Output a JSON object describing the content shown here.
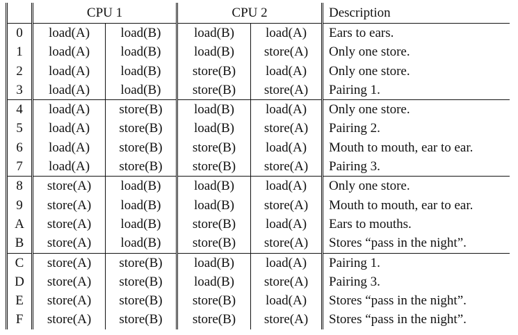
{
  "header": {
    "cpu1": "CPU 1",
    "cpu2": "CPU 2",
    "description": "Description"
  },
  "rows": [
    {
      "id": "0",
      "cpu1_a": "load(A)",
      "cpu1_b": "load(B)",
      "cpu2_a": "load(B)",
      "cpu2_b": "load(A)",
      "desc": "Ears to ears."
    },
    {
      "id": "1",
      "cpu1_a": "load(A)",
      "cpu1_b": "load(B)",
      "cpu2_a": "load(B)",
      "cpu2_b": "store(A)",
      "desc": "Only one store."
    },
    {
      "id": "2",
      "cpu1_a": "load(A)",
      "cpu1_b": "load(B)",
      "cpu2_a": "store(B)",
      "cpu2_b": "load(A)",
      "desc": "Only one store."
    },
    {
      "id": "3",
      "cpu1_a": "load(A)",
      "cpu1_b": "load(B)",
      "cpu2_a": "store(B)",
      "cpu2_b": "store(A)",
      "desc": "Pairing 1."
    },
    {
      "id": "4",
      "cpu1_a": "load(A)",
      "cpu1_b": "store(B)",
      "cpu2_a": "load(B)",
      "cpu2_b": "load(A)",
      "desc": "Only one store."
    },
    {
      "id": "5",
      "cpu1_a": "load(A)",
      "cpu1_b": "store(B)",
      "cpu2_a": "load(B)",
      "cpu2_b": "store(A)",
      "desc": "Pairing 2."
    },
    {
      "id": "6",
      "cpu1_a": "load(A)",
      "cpu1_b": "store(B)",
      "cpu2_a": "store(B)",
      "cpu2_b": "load(A)",
      "desc": "Mouth to mouth, ear to ear."
    },
    {
      "id": "7",
      "cpu1_a": "load(A)",
      "cpu1_b": "store(B)",
      "cpu2_a": "store(B)",
      "cpu2_b": "store(A)",
      "desc": "Pairing 3."
    },
    {
      "id": "8",
      "cpu1_a": "store(A)",
      "cpu1_b": "load(B)",
      "cpu2_a": "load(B)",
      "cpu2_b": "load(A)",
      "desc": "Only one store."
    },
    {
      "id": "9",
      "cpu1_a": "store(A)",
      "cpu1_b": "load(B)",
      "cpu2_a": "load(B)",
      "cpu2_b": "store(A)",
      "desc": "Mouth to mouth, ear to ear."
    },
    {
      "id": "A",
      "cpu1_a": "store(A)",
      "cpu1_b": "load(B)",
      "cpu2_a": "store(B)",
      "cpu2_b": "load(A)",
      "desc": "Ears to mouths."
    },
    {
      "id": "B",
      "cpu1_a": "store(A)",
      "cpu1_b": "load(B)",
      "cpu2_a": "store(B)",
      "cpu2_b": "store(A)",
      "desc": "Stores “pass in the night”."
    },
    {
      "id": "C",
      "cpu1_a": "store(A)",
      "cpu1_b": "store(B)",
      "cpu2_a": "load(B)",
      "cpu2_b": "load(A)",
      "desc": "Pairing 1."
    },
    {
      "id": "D",
      "cpu1_a": "store(A)",
      "cpu1_b": "store(B)",
      "cpu2_a": "load(B)",
      "cpu2_b": "store(A)",
      "desc": "Pairing 3."
    },
    {
      "id": "E",
      "cpu1_a": "store(A)",
      "cpu1_b": "store(B)",
      "cpu2_a": "store(B)",
      "cpu2_b": "load(A)",
      "desc": "Stores “pass in the night”."
    },
    {
      "id": "F",
      "cpu1_a": "store(A)",
      "cpu1_b": "store(B)",
      "cpu2_a": "store(B)",
      "cpu2_b": "store(A)",
      "desc": "Stores “pass in the night”."
    }
  ]
}
